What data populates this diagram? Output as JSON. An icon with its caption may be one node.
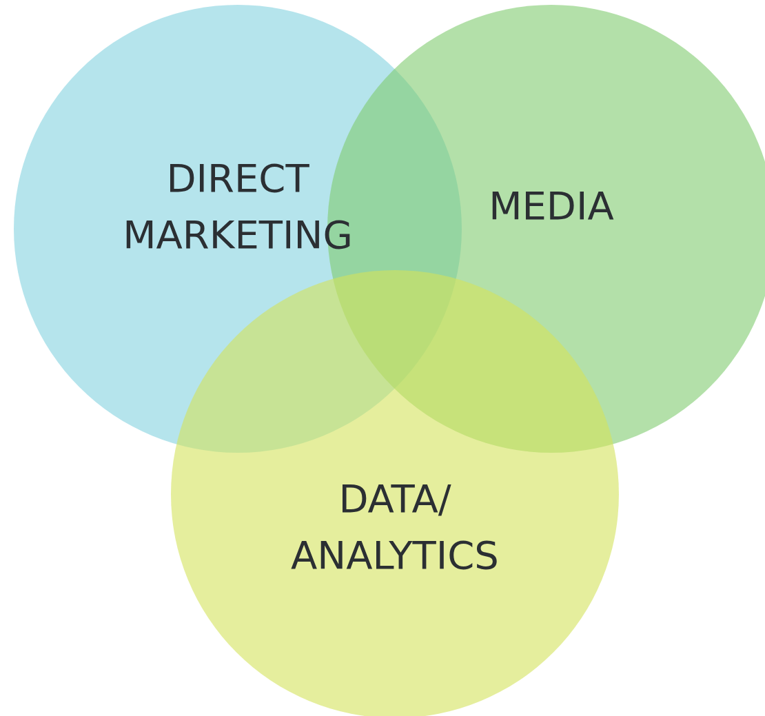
{
  "diagram": {
    "nodes": [
      {
        "text": [
          "DIRECT MARKETING"
        ]
      },
      {
        "text": [
          "MEDIA"
        ]
      },
      {
        "text": [
          "DATA/ ANALYTICS"
        ]
      }
    ]
  }
}
